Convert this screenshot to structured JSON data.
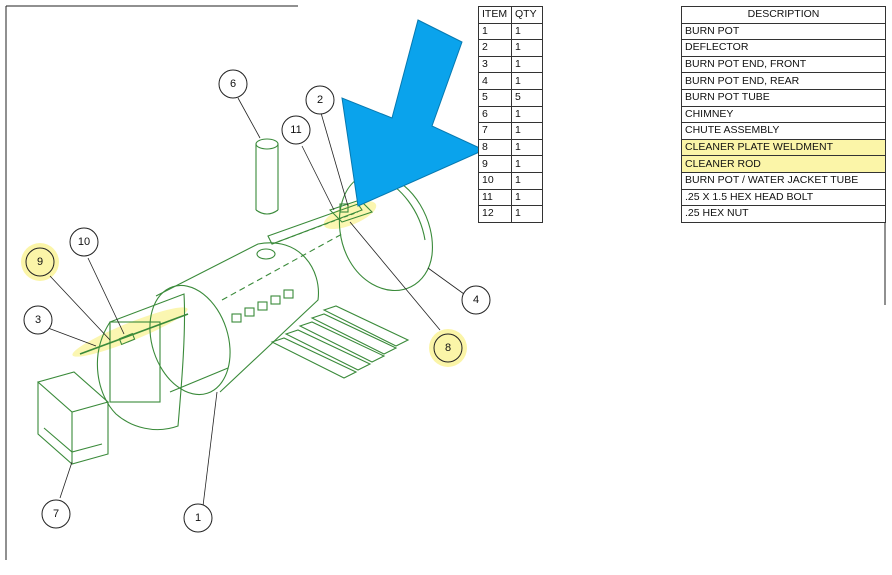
{
  "bom": {
    "headers": {
      "item": "ITEM",
      "qty": "QTY",
      "description": "DESCRIPTION"
    },
    "rows": [
      {
        "item": "1",
        "qty": "1",
        "description": "BURN POT",
        "highlight": false
      },
      {
        "item": "2",
        "qty": "1",
        "description": "DEFLECTOR",
        "highlight": false
      },
      {
        "item": "3",
        "qty": "1",
        "description": "BURN POT END, FRONT",
        "highlight": false
      },
      {
        "item": "4",
        "qty": "1",
        "description": "BURN POT END, REAR",
        "highlight": false
      },
      {
        "item": "5",
        "qty": "5",
        "description": "BURN POT TUBE",
        "highlight": false
      },
      {
        "item": "6",
        "qty": "1",
        "description": "CHIMNEY",
        "highlight": false
      },
      {
        "item": "7",
        "qty": "1",
        "description": "CHUTE ASSEMBLY",
        "highlight": false
      },
      {
        "item": "8",
        "qty": "1",
        "description": "CLEANER PLATE WELDMENT",
        "highlight": true
      },
      {
        "item": "9",
        "qty": "1",
        "description": "CLEANER ROD",
        "highlight": true
      },
      {
        "item": "10",
        "qty": "1",
        "description": "BURN POT / WATER JACKET TUBE",
        "highlight": false
      },
      {
        "item": "11",
        "qty": "1",
        "description": ".25 X 1.5 HEX HEAD BOLT",
        "highlight": false
      },
      {
        "item": "12",
        "qty": "1",
        "description": ".25 HEX NUT",
        "highlight": false
      }
    ]
  },
  "callouts": {
    "c1": "1",
    "c2": "2",
    "c3": "3",
    "c4": "4",
    "c6": "6",
    "c7": "7",
    "c8": "8",
    "c9": "9",
    "c10": "10",
    "c11": "11"
  },
  "colors": {
    "part_line": "#3a8a3a",
    "highlight": "#fbf5a8",
    "pointer_arrow": "#0aa3ec",
    "leader": "#222222"
  }
}
